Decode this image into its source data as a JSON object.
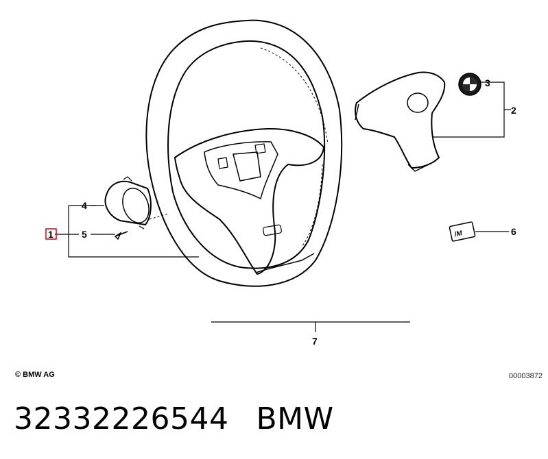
{
  "callouts": {
    "c1": "1",
    "c2": "2",
    "c3": "3",
    "c4": "4",
    "c5": "5",
    "c6": "6",
    "c7": "7"
  },
  "copyright": "© BMW AG",
  "diagram_number": "00003872",
  "footer": {
    "part_number": "32332226544",
    "brand": "BMW"
  },
  "colors": {
    "line": "#000000",
    "highlight_box": "#d0021b"
  }
}
